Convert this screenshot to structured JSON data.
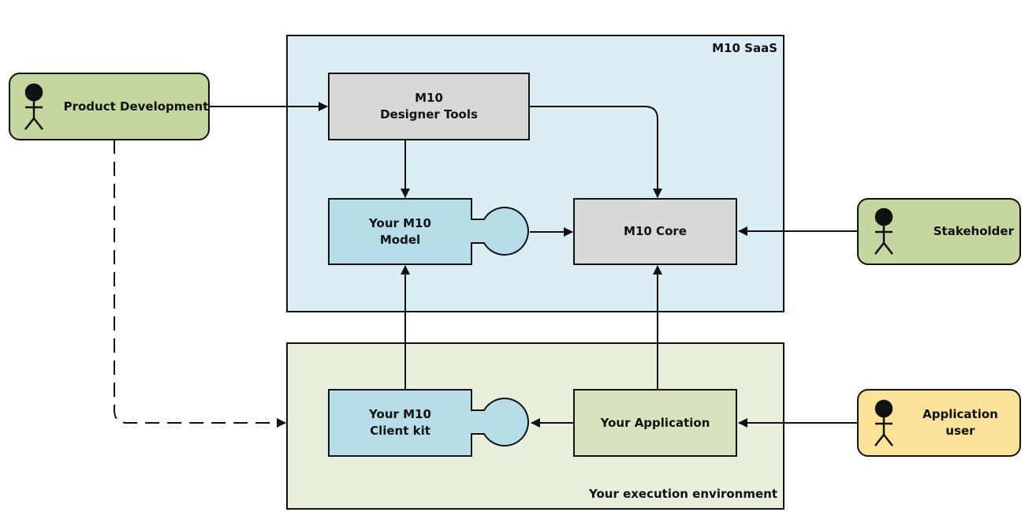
{
  "colors": {
    "saas_bg": "#daeef4",
    "exec_bg": "#e8efdc",
    "gray_box": "#d8d8d8",
    "blue_box": "#b7dde8",
    "green_box": "#d7e3bf",
    "actor_green": "#c4d7a0",
    "actor_yellow": "#fde39a",
    "stroke": "#111111"
  },
  "regions": {
    "saas": {
      "label": "M10 SaaS"
    },
    "execution": {
      "label": "Your execution environment"
    }
  },
  "components": {
    "designer_tools": "M10\nDesigner Tools",
    "model": "Your M10\nModel",
    "core": "M10 Core",
    "client_kit": "Your M10\nClient kit",
    "application": "Your Application"
  },
  "actors": {
    "product_development": {
      "label": "Product Development",
      "icon": "stick-figure-icon"
    },
    "stakeholder": {
      "label": "Stakeholder",
      "icon": "stick-figure-icon"
    },
    "application_user": {
      "label": "Application user",
      "icon": "stick-figure-icon"
    }
  }
}
